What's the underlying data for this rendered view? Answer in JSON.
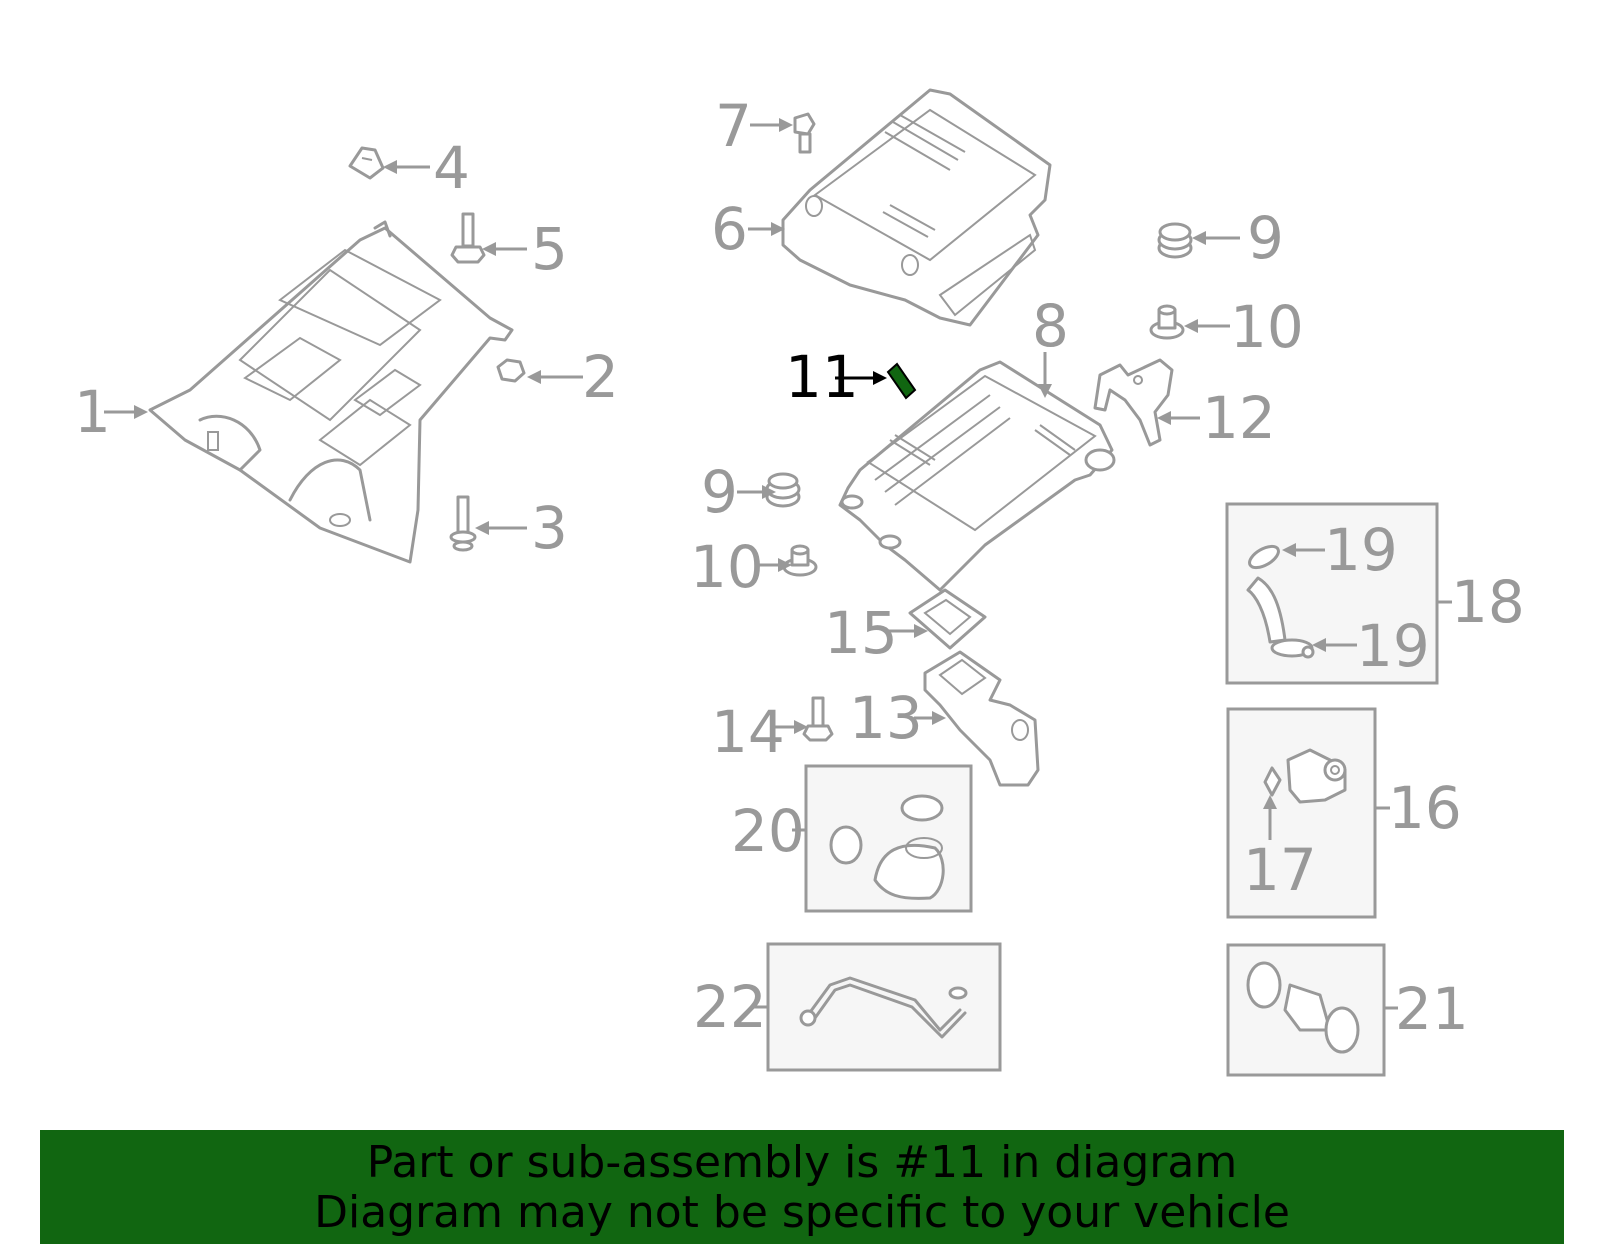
{
  "diagram": {
    "callouts": {
      "p1": "1",
      "p2": "2",
      "p3": "3",
      "p4": "4",
      "p5": "5",
      "p6": "6",
      "p7": "7",
      "p8": "8",
      "p9a": "9",
      "p9b": "9",
      "p10a": "10",
      "p10b": "10",
      "p11": "11",
      "p12": "12",
      "p13": "13",
      "p14": "14",
      "p15": "15",
      "p16": "16",
      "p17": "17",
      "p18": "18",
      "p19a": "19",
      "p19b": "19",
      "p20": "20",
      "p21": "21",
      "p22": "22"
    },
    "highlighted_part": "11",
    "colors": {
      "line": "#999999",
      "highlight": "#116611",
      "banner": "#116611"
    }
  },
  "banner": {
    "line1": "Part or sub-assembly is #11 in diagram",
    "line2": "Diagram may not be specific to your vehicle"
  }
}
